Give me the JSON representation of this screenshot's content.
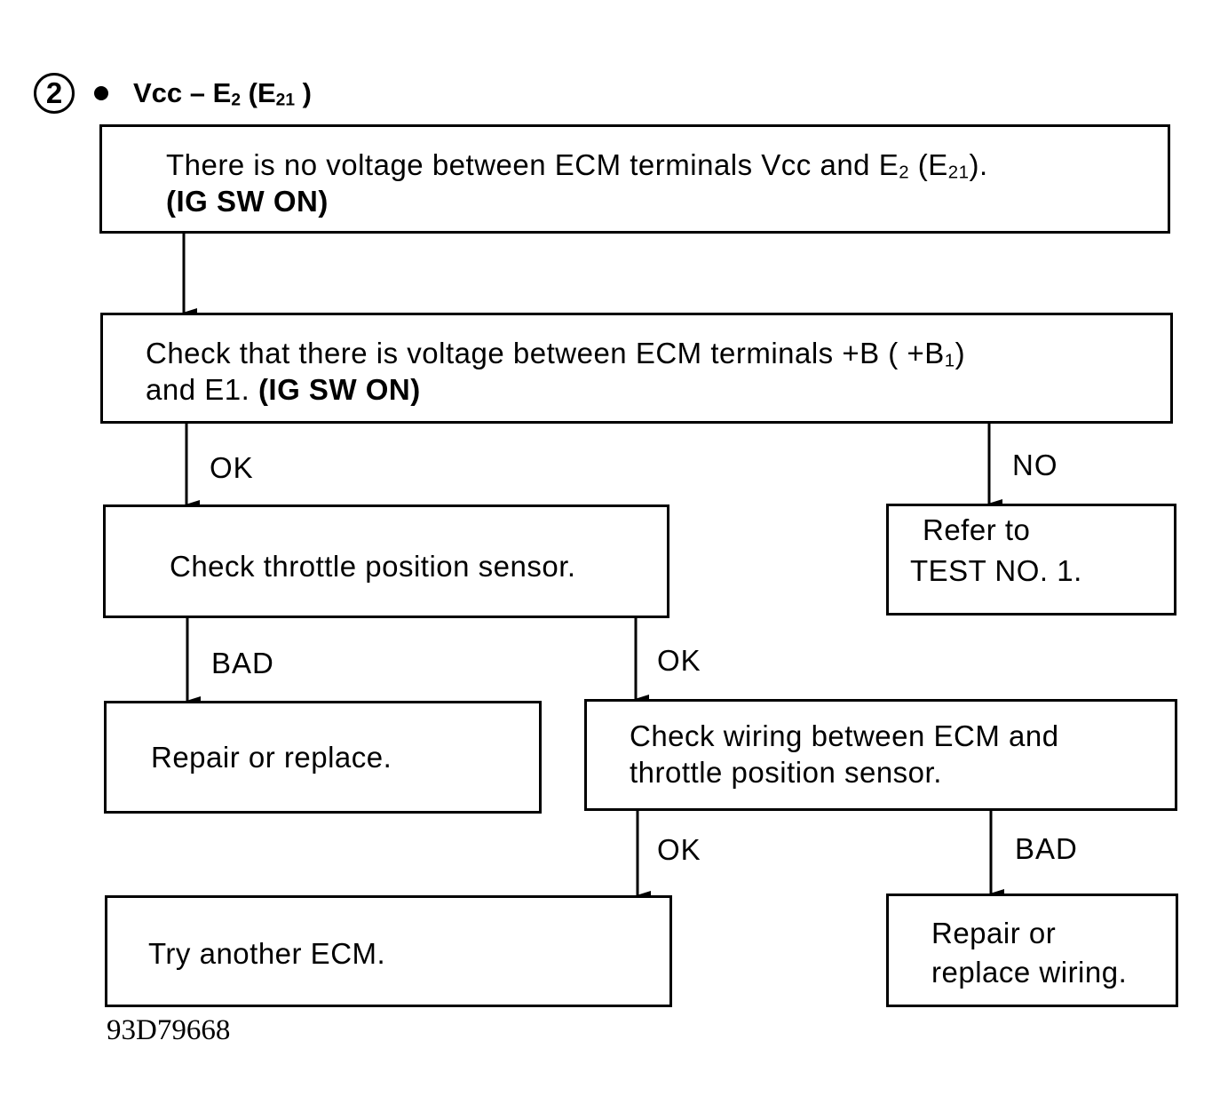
{
  "heading": {
    "step_number": "2",
    "term_vcc": "Vcc",
    "dash": " – ",
    "term_e": "E",
    "term_e_sub": "2",
    "term_paren_open": " (E",
    "term_paren_sub": "21",
    "term_paren_close": " )"
  },
  "boxes": {
    "start": {
      "line1_a": "There is no voltage between ECM terminals Vcc and E",
      "line1_sub1": "2",
      "line1_b": " (E",
      "line1_sub2": "21",
      "line1_c": ").",
      "line2": "(IG SW ON)"
    },
    "check_voltage": {
      "line1_a": "Check that there is voltage between ECM terminals  +B ( +B",
      "line1_sub": "1",
      "line1_b": ")",
      "line2_a": "and E1. ",
      "line2_b": "(IG SW ON)"
    },
    "check_tps": {
      "text": "Check throttle position sensor."
    },
    "refer": {
      "line1": "Refer to",
      "line2": "TEST NO. 1."
    },
    "repair_replace": {
      "text": "Repair or replace."
    },
    "check_wiring": {
      "line1": "Check wiring between ECM and",
      "line2": "throttle position sensor."
    },
    "try_ecm": {
      "text": "Try another ECM."
    },
    "repair_wiring": {
      "line1": "Repair or",
      "line2": "replace wiring."
    }
  },
  "labels": {
    "ok_1": "OK",
    "no_1": "NO",
    "bad_1": "BAD",
    "ok_2": "OK",
    "ok_3": "OK",
    "bad_2": "BAD"
  },
  "figure_code": "93D79668"
}
